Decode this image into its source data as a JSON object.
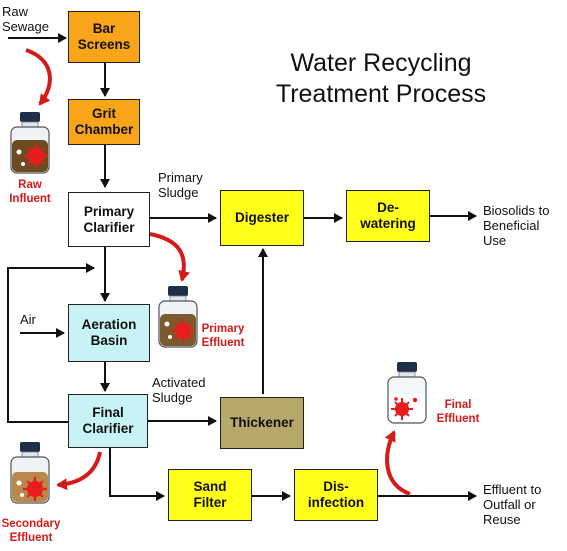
{
  "title": {
    "line1": "Water Recycling",
    "line2": "Treatment Process"
  },
  "boxes": {
    "bar_screens": "Bar\nScreens",
    "grit_chamber": "Grit\nChamber",
    "primary_clarifier": "Primary\nClarifier",
    "aeration_basin": "Aeration\nBasin",
    "final_clarifier": "Final\nClarifier",
    "digester": "Digester",
    "dewatering": "De-\nwatering",
    "thickener": "Thickener",
    "sand_filter": "Sand\nFilter",
    "disinfection": "Dis-\ninfection"
  },
  "labels": {
    "raw_sewage": "Raw\nSewage",
    "primary_sludge": "Primary\nSludge",
    "air": "Air",
    "activated_sludge": "Activated\nSludge",
    "biosolids": "Biosolids to\nBeneficial\nUse",
    "effluent_outfall": "Effluent to\nOutfall or\nReuse"
  },
  "samples": {
    "raw_influent": "Raw\nInfluent",
    "primary_effluent": "Primary\nEffluent",
    "secondary_effluent": "Secondary\nEffluent",
    "final_effluent": "Final\nEffluent"
  },
  "colors": {
    "pretreatment": "#f9a51a",
    "clarifier_primary": "#ffffff",
    "biological": "#c8f3f5",
    "solids": "#ffff1a",
    "thickener": "#b5a86a",
    "sample_label": "#d51a1a",
    "virus": "#e81c1c",
    "bottle_cap": "#1f2f4a"
  },
  "icons": [
    "sample-bottle-icon",
    "virus-icon",
    "curved-red-arrow-icon"
  ]
}
